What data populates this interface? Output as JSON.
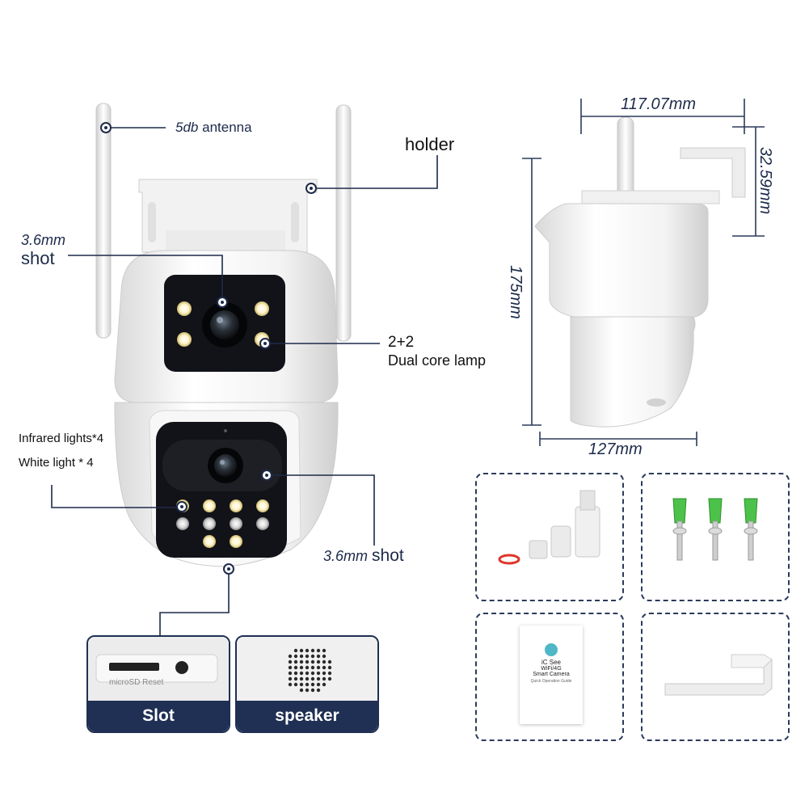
{
  "callouts": {
    "antenna_value": "5db",
    "antenna_text": "antenna",
    "holder": "holder",
    "top_lens_mm": "3.6mm",
    "top_lens_shot": "shot",
    "lamp_count": "2+2",
    "lamp_text": "Dual core lamp",
    "infrared": "Infrared lights*4",
    "white_light": "White light * 4",
    "bottom_lens_mm": "3.6mm",
    "bottom_lens_shot": "shot"
  },
  "dimensions": {
    "width_top": "117.07mm",
    "bracket_depth": "32.59mm",
    "height": "175mm",
    "width_bottom": "127mm"
  },
  "feature_panels": [
    {
      "label": "Slot",
      "port_text": "microSD  Reset"
    },
    {
      "label": "speaker"
    }
  ],
  "manual": {
    "brand": "iC See",
    "line1": "WiFi/4G",
    "line2": "Smart Camera",
    "line3": "Quick Operation Guide"
  },
  "colors": {
    "navy": "#1f3054",
    "dim_line": "#2c3a5c",
    "anchor_green": "#4cc24a",
    "oring_red": "#e0352b"
  }
}
